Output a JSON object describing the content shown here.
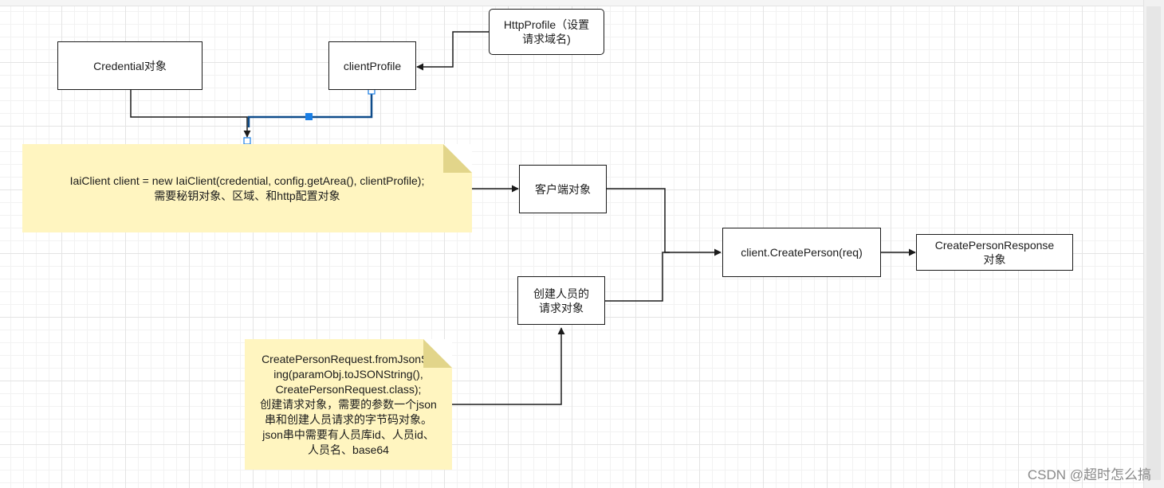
{
  "nodes": {
    "credential": "Credential对象",
    "client_profile": "clientProfile",
    "http_profile": "HttpProfile（设置\n请求域名)",
    "client_obj": "客户端对象",
    "request_obj": "创建人员的\n请求对象",
    "create_person": "client.CreatePerson(req)",
    "response": "CreatePersonResponse\n对象"
  },
  "notes": {
    "client_note": "IaiClient client = new IaiClient(credential, config.getArea(), clientProfile);\n需要秘钥对象、区域、和http配置对象",
    "request_note": "CreatePersonRequest.fromJsonStr\ning(paramObj.toJSONString(),\nCreatePersonRequest.class);\n创建请求对象，需要的参数一个json\n串和创建人员请求的字节码对象。\njson串中需要有人员库id、人员id、\n人员名、base64"
  },
  "colors": {
    "edge": "#1b1b1b",
    "selected_edge": "#0f4c8a",
    "handle": "#1a7fe6",
    "note_fill": "#fff5c0",
    "grid": "#e4e4e4"
  },
  "watermark": "CSDN @超时怎么搞"
}
